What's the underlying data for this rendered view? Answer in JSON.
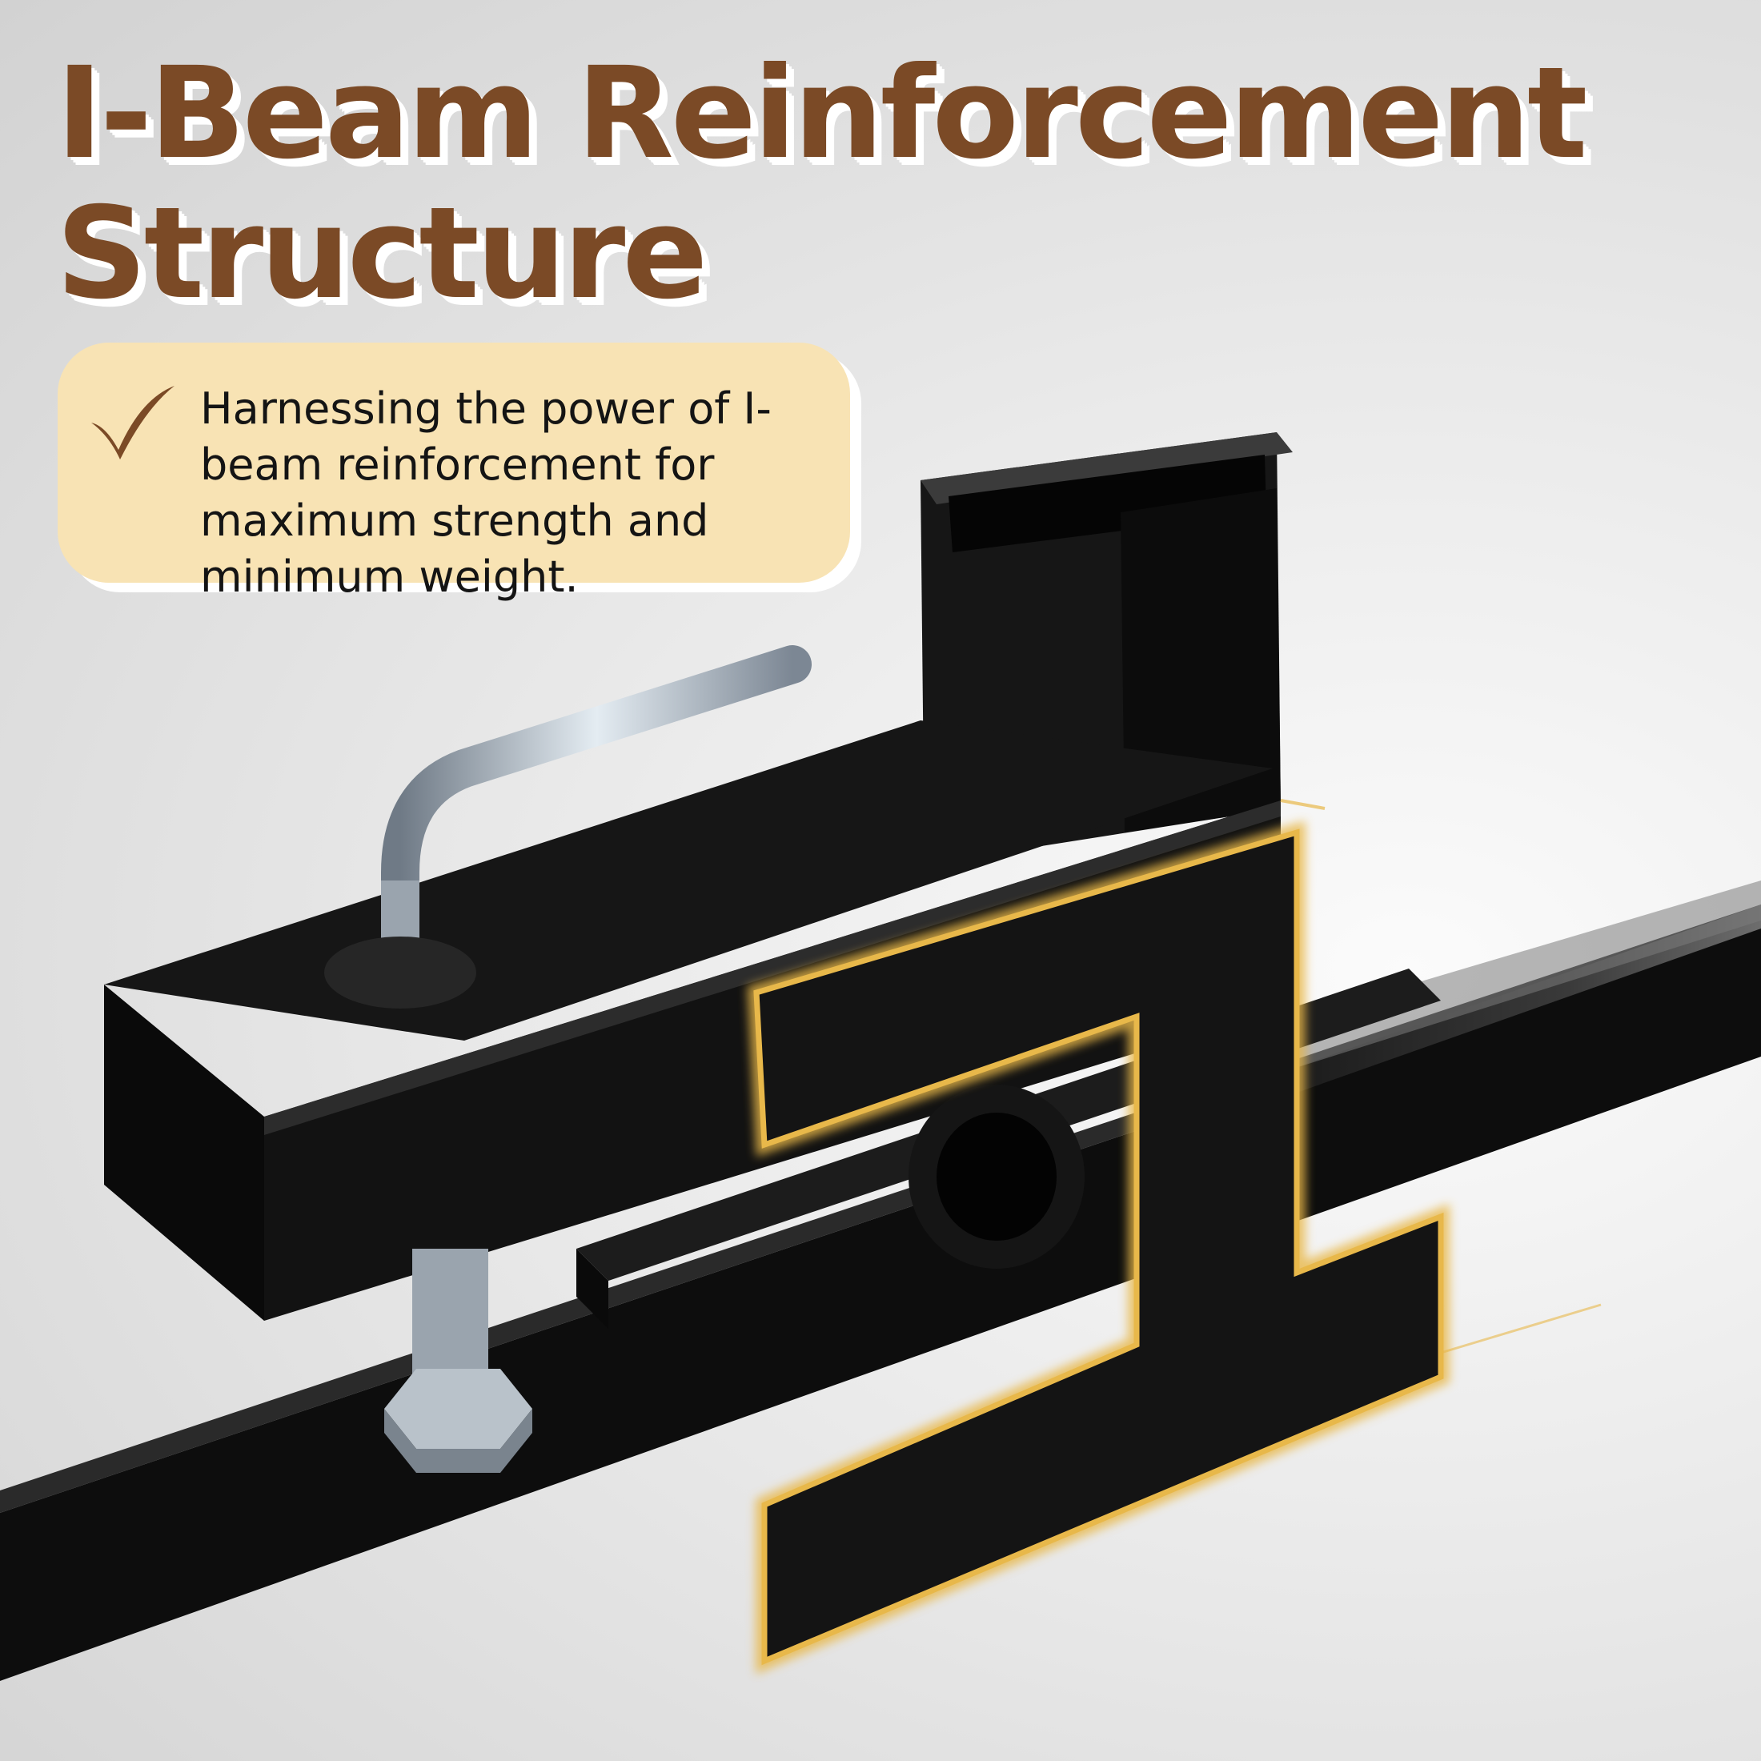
{
  "headline": {
    "line1": "I-Beam Reinforcement",
    "line2": "Structure"
  },
  "feature": {
    "icon": "checkmark-icon",
    "text": "Harnessing the power of I-beam reinforcement for maximum strength and minimum weight."
  },
  "colors": {
    "headline": "#7b4a26",
    "callout_background": "#f8e3b4",
    "highlight_outline": "#e8b84a",
    "steel": "#111111"
  }
}
